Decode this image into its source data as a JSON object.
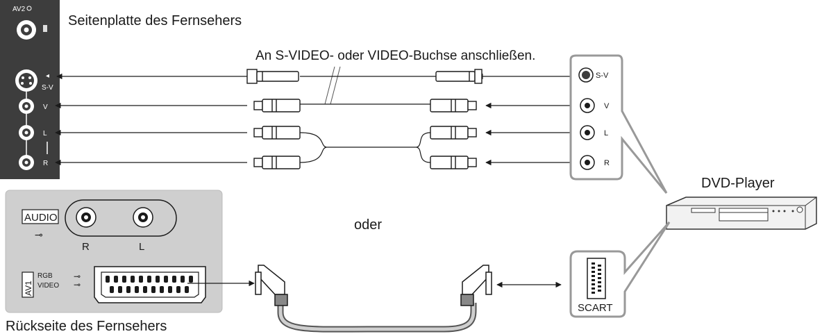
{
  "labels": {
    "side_panel_title": "Seitenplatte des Fernsehers",
    "connect_hint": "An S-VIDEO- oder VIDEO-Buchse anschließen.",
    "or_text": "oder",
    "rear_title": "Rückseite des Fernsehers",
    "dvd_player": "DVD-Player",
    "scart": "SCART"
  },
  "side_panel": {
    "av2": "AV2",
    "sv": "S-V",
    "v": "V",
    "l": "L",
    "r": "R"
  },
  "dvd_jacks": {
    "sv": "S-V",
    "v": "V",
    "l": "L",
    "r": "R"
  },
  "rear_panel": {
    "audio": "AUDIO",
    "r": "R",
    "l": "L",
    "av1": "AV1",
    "rgb": "RGB",
    "video": "VIDEO"
  }
}
